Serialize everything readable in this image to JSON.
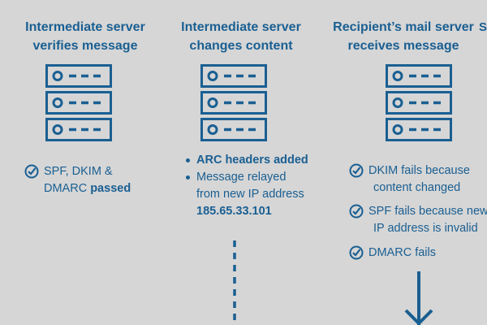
{
  "columns": [
    {
      "title_line1": "Intermediate server",
      "title_line2": "verifies  message",
      "icon": "server-icon",
      "result_text1": "SPF, DKIM &",
      "result_text2": "DMARC ",
      "result_bold": "passed"
    },
    {
      "title_line1": "Intermediate server",
      "title_line2": "changes content",
      "icon": "server-icon",
      "bullet1": "ARC headers added",
      "bullet2_line1": "Message relayed",
      "bullet2_line2": "from new IP address",
      "ip_address": "185.65.33.101"
    },
    {
      "title_line1": "Recipient’s mail server",
      "title_line2": "receives message",
      "icon": "server-icon",
      "item1_line1": "DKIM fails because",
      "item1_line2": "content changed",
      "item2_line1": "SPF fails because new",
      "item2_line2": "IP address is invalid",
      "item3": "DMARC fails"
    }
  ],
  "edge_text": "S",
  "colors": {
    "primary": "#1a5f92",
    "background": "#d6d6d6"
  }
}
